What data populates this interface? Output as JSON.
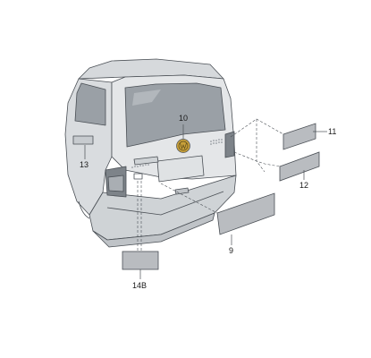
{
  "callouts": {
    "c10": "10",
    "c11": "11",
    "c12": "12",
    "c13": "13",
    "c14b": "14B",
    "c9": "9"
  },
  "colors": {
    "vehicle_fill": "#e4e6e8",
    "vehicle_shade": "#cfd3d6",
    "glass": "#9aa0a6",
    "sticker": "#b9bcc0",
    "outline": "#4a4f55",
    "badge": "#c8a03a"
  }
}
